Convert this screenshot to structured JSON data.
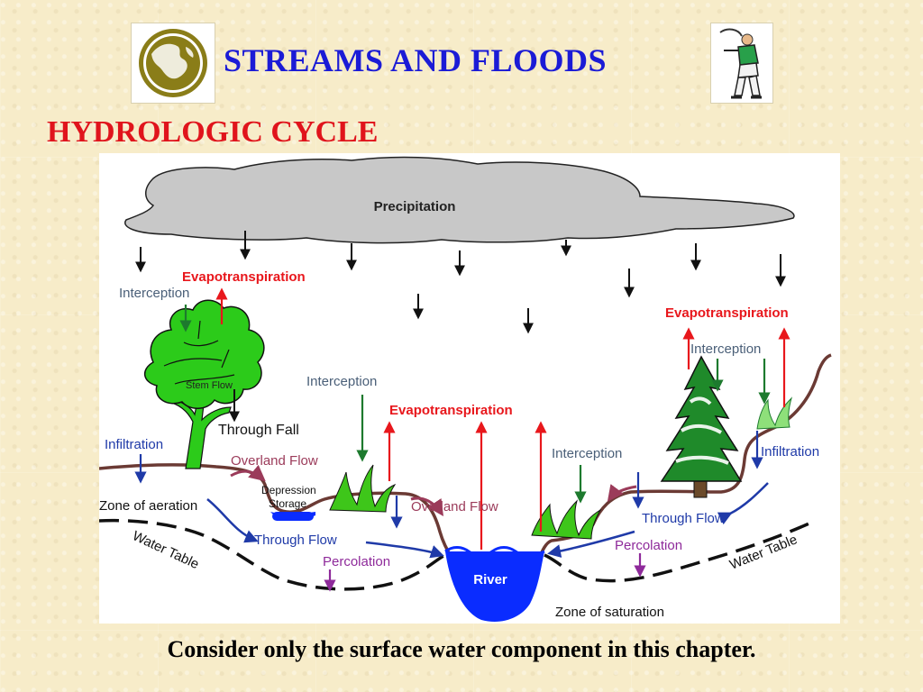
{
  "header": {
    "title": "STREAMS AND FLOODS",
    "left_logo_icon": "earth-globe-icon",
    "right_logo_icon": "golfer-clipart-icon"
  },
  "subtitle": "HYDROLOGIC CYCLE",
  "diagram": {
    "labels": {
      "precipitation": "Precipitation",
      "evap_left": "Evapotranspiration",
      "evap_center": "Evapotranspiration",
      "evap_right": "Evapotranspiration",
      "interception_left": "Interception",
      "interception_center": "Interception",
      "interception_mid_right": "Interception",
      "interception_right": "Interception",
      "stem_flow": "Stem Flow",
      "through_fall": "Through Fall",
      "infiltration_left": "Infiltration",
      "infiltration_right": "Infiltration",
      "overland_flow_left": "Overland Flow",
      "overland_flow_center": "Overland Flow",
      "depression_storage_1": "Depression",
      "depression_storage_2": "Storage",
      "zone_of_aeration": "Zone of aeration",
      "through_flow_left": "Through Flow",
      "through_flow_right": "Through Flow",
      "percolation_left": "Percolation",
      "percolation_right": "Percolation",
      "water_table_left": "Water Table",
      "water_table_right": "Water Table",
      "river": "River",
      "zone_of_saturation": "Zone of saturation"
    },
    "colors": {
      "cloud": "#c8c8c8",
      "evap_label": "#e8171c",
      "interception_label": "#4a5f78",
      "infiltration_label": "#1f3aa8",
      "overland_label": "#9b3b5a",
      "percolation_label": "#8e2a9a",
      "river": "#0a2cff",
      "ground": "#6b3a34",
      "tree": "#2ccb1a",
      "grass": "#3ec61a"
    }
  },
  "caption": "Consider only the surface water component in this chapter."
}
